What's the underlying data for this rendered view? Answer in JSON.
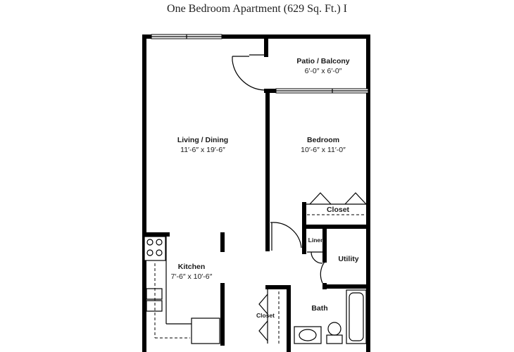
{
  "title": "One Bedroom Apartment (629 Sq. Ft.) I",
  "rooms": {
    "patio": {
      "name": "Patio / Balcony",
      "dims": "6′-0″  x  6′-0″"
    },
    "living": {
      "name": "Living / Dining",
      "dims": "11′-6″  x  19′-6″"
    },
    "bedroom": {
      "name": "Bedroom",
      "dims": "10′-6″  x  11′-0″"
    },
    "kitchen": {
      "name": "Kitchen",
      "dims": "7′-6″  x  10′-6″"
    },
    "closet_bedroom": {
      "name": "Closet"
    },
    "linen": {
      "name": "Linen"
    },
    "utility": {
      "name": "Utility"
    },
    "bath": {
      "name": "Bath"
    },
    "closet_hall": {
      "name": "Closet"
    }
  }
}
